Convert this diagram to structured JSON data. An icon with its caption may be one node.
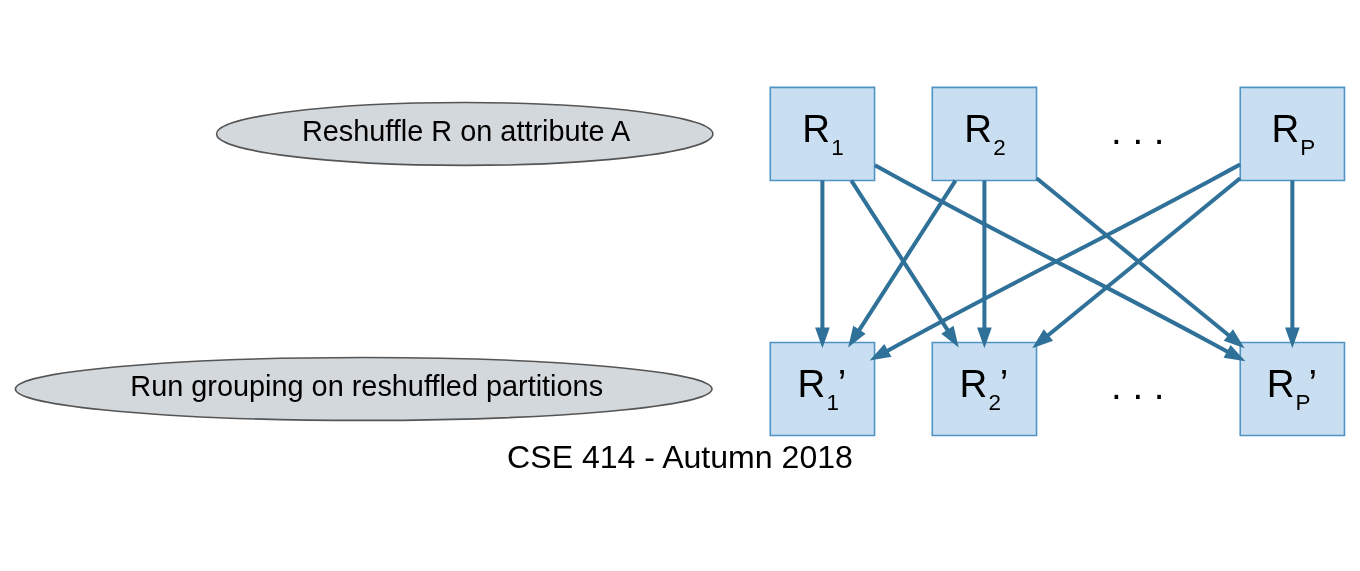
{
  "diagram": {
    "caption": "CSE 414 - Autumn 2018",
    "nodes": [
      {
        "text": [
          "R$_{1}$"
        ]
      },
      {
        "text": [
          "R$_{2}$"
        ]
      },
      {
        "text": [
          "R$_{P}$"
        ]
      },
      {
        "text": [
          "R$_{1}$’"
        ]
      },
      {
        "text": [
          "R$_{2}$’"
        ]
      },
      {
        "text": [
          "R$_{P}$’"
        ]
      },
      {
        "text": [
          "Reshuffle R on attribute A"
        ]
      },
      {
        "text": [
          "Run grouping on reshuffled partitions"
        ]
      }
    ],
    "edges": [
      {
        "from": 0,
        "to": 3,
        "arrow": "to"
      },
      {
        "from": 0,
        "to": 4,
        "arrow": "to"
      },
      {
        "from": 0,
        "to": 5,
        "arrow": "to"
      },
      {
        "from": 1,
        "to": 3,
        "arrow": "to"
      },
      {
        "from": 1,
        "to": 4,
        "arrow": "to"
      },
      {
        "from": 1,
        "to": 5,
        "arrow": "to"
      },
      {
        "from": 2,
        "to": 3,
        "arrow": "to"
      },
      {
        "from": 2,
        "to": 4,
        "arrow": "to"
      },
      {
        "from": 2,
        "to": 5,
        "arrow": "to"
      }
    ],
    "labels": [
      ". . .",
      ". . ."
    ]
  }
}
